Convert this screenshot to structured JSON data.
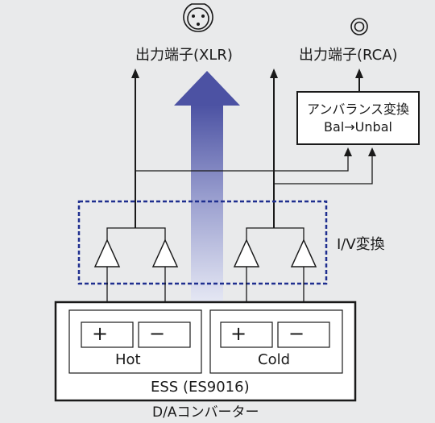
{
  "outputs": {
    "xlr_label": "出力端子(XLR)",
    "rca_label": "出力端子(RCA)"
  },
  "unbalance_converter": {
    "line1": "アンバランス変換",
    "line2": "Bal→Unbal"
  },
  "iv_stage": {
    "label": "I/V変換"
  },
  "dac_chip": {
    "hot": {
      "label": "Hot",
      "plus": "+",
      "minus": "−"
    },
    "cold": {
      "label": "Cold",
      "plus": "+",
      "minus": "−"
    },
    "chip_label": "ESS (ES9016)",
    "caption": "D/Aコンバーター"
  },
  "colors": {
    "background": "#e9eaeb",
    "line": "#1a1a1a",
    "iv_box_dash": "#1f2f8f",
    "signal_arrow_top": "#5258a8",
    "signal_arrow_bottom": "#eceef6"
  }
}
